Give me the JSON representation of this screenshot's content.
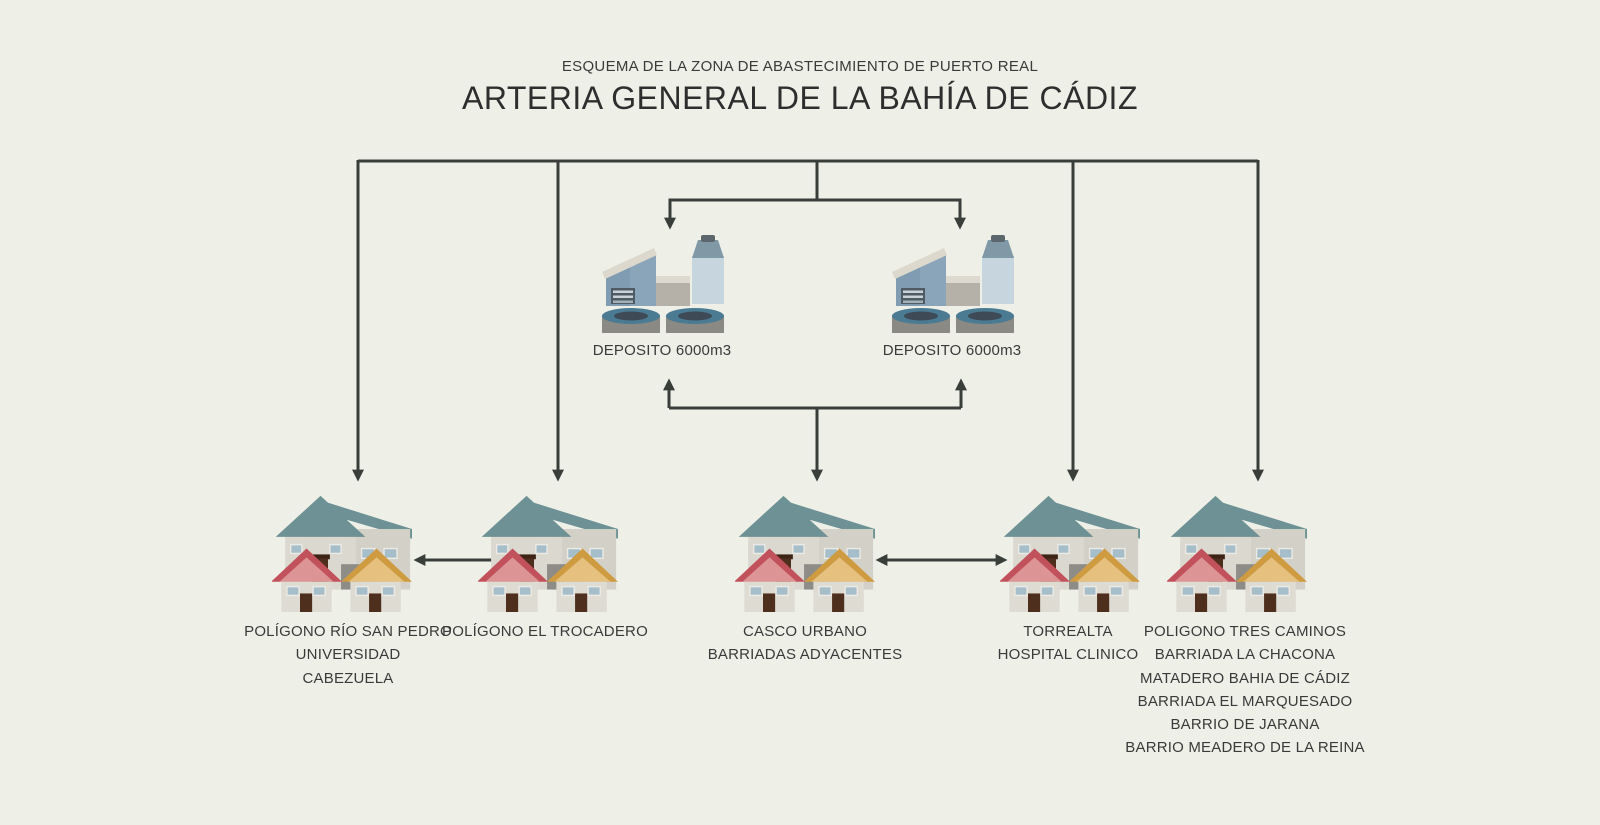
{
  "header": {
    "subtitle": "ESQUEMA DE LA ZONA DE ABASTECIMIENTO DE PUERTO REAL",
    "title": "ARTERIA GENERAL DE LA BAHÍA DE CÁDIZ"
  },
  "colors": {
    "background": "#eef0e8",
    "line": "#393e3a",
    "text": "#3a3a3a",
    "roof_teal": "#6d9194",
    "roof_red": "#c1525b",
    "roof_amber": "#cf9b41",
    "wall_light": "#dbd8d0",
    "tank_blue": "#c6d5de",
    "building_blue": "#7f9cb3"
  },
  "deposits": [
    {
      "icon": "water-treatment-plant-icon",
      "label": "DEPOSITO 6000m3"
    },
    {
      "icon": "water-treatment-plant-icon",
      "label": "DEPOSITO 6000m3"
    }
  ],
  "clusters": [
    {
      "icon": "houses-icon",
      "lines": [
        "POLÍGONO RÍO SAN PEDRO",
        "UNIVERSIDAD",
        "CABEZUELA"
      ]
    },
    {
      "icon": "houses-icon",
      "lines": [
        "POLÍGONO EL TROCADERO"
      ]
    },
    {
      "icon": "houses-icon",
      "lines": [
        "CASCO URBANO",
        "BARRIADAS ADYACENTES"
      ]
    },
    {
      "icon": "houses-icon",
      "lines": [
        "TORREALTA",
        "HOSPITAL CLINICO"
      ]
    },
    {
      "icon": "houses-icon",
      "lines": [
        "POLIGONO TRES CAMINOS",
        "BARRIADA LA CHACONA",
        "MATADERO BAHIA DE CÁDIZ",
        "BARRIADA EL MARQUESADO",
        "BARRIO DE JARANA",
        "BARRIO MEADERO DE LA REINA"
      ]
    }
  ]
}
